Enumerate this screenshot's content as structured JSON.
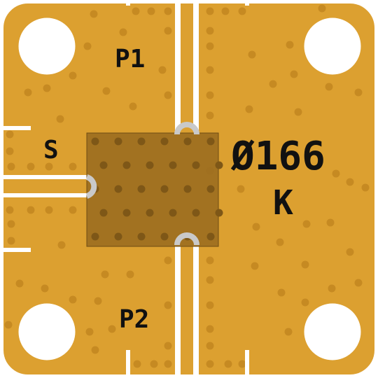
{
  "labels": {
    "port1": "P1",
    "port2": "P2",
    "signal": "S",
    "part_number": "Ø166",
    "suffix": "K"
  },
  "colors": {
    "copper": "#dca030",
    "copper_dark": "#c68a22",
    "gap": "#ffffff",
    "die": "#9c6e21",
    "die_border": "#6e4c14",
    "via": "#c9c9c9",
    "text": "#111111"
  }
}
